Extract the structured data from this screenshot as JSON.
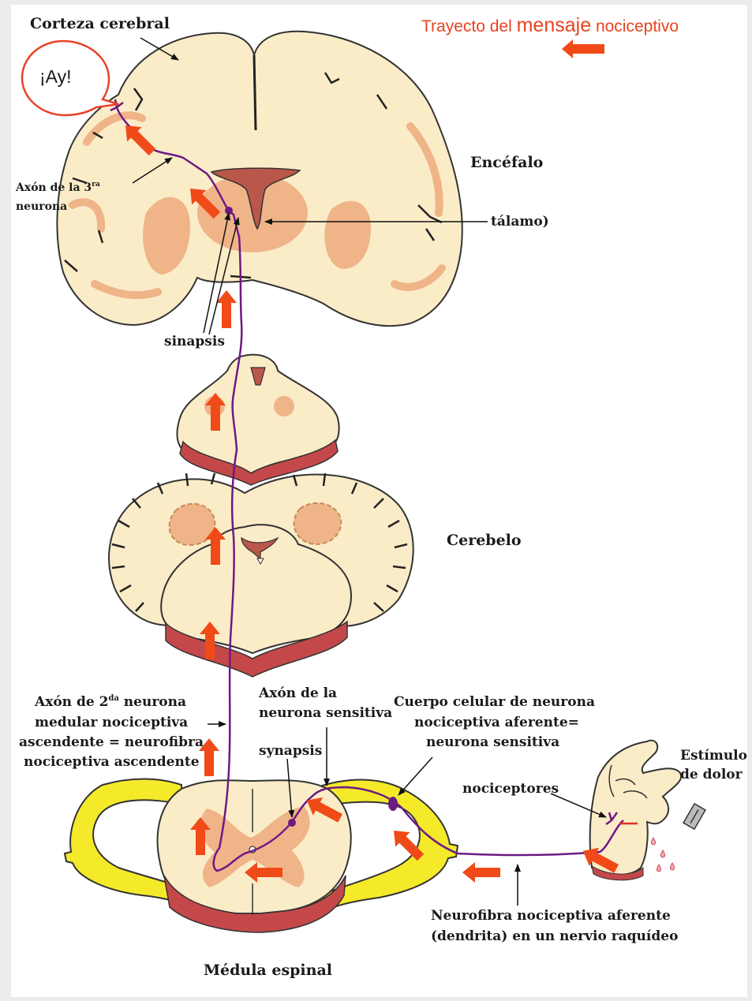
{
  "legend": {
    "prefix": "Trayecto del ",
    "emphasis": "mensaje",
    "suffix": " nociceptivo",
    "arrow_color": "#f04a18"
  },
  "labels": {
    "corteza": "Corteza cerebral",
    "ay": "¡Ay!",
    "encefalo": "Encéfalo",
    "axon3_line1": "Axón de la 3",
    "axon3_sup": "ra",
    "axon3_line2": "neurona",
    "talamo": "tálamo)",
    "sinapsis": "sinapsis",
    "cerebelo": "Cerebelo",
    "axon2_line1_a": "Axón de 2",
    "axon2_line1_sup": "da",
    "axon2_line1_b": " neurona",
    "axon2_line2": "medular nociceptiva",
    "axon2_line3": "ascendente = neurofibra",
    "axon2_line4": "nociceptiva ascendente",
    "axon_sens_1": "Axón de la",
    "axon_sens_2": "neurona sensitiva",
    "cuerpo_1": "Cuerpo celular de neurona",
    "cuerpo_2": "nociceptiva aferente=",
    "cuerpo_3": "neurona sensitiva",
    "synapsis": "synapsis",
    "estimulo_1": "Estímulo",
    "estimulo_2": "de dolor",
    "nociceptores": "nociceptores",
    "neurofibra_1": "Neurofibra nociceptiva aferente",
    "neurofibra_2": "(dendrita) en un nervio raquídeo",
    "medula": "Médula espinal"
  },
  "colors": {
    "tissue": "#fbecc8",
    "tissue_stroke": "#333333",
    "gray_matter": "#f0b489",
    "ventricle": "#b8574a",
    "red_band": "#c4484a",
    "nerve_yellow": "#f4ea2a",
    "neuron_path": "#6d1a84",
    "arrow": "#f04a18",
    "callout": "#e8432a"
  }
}
